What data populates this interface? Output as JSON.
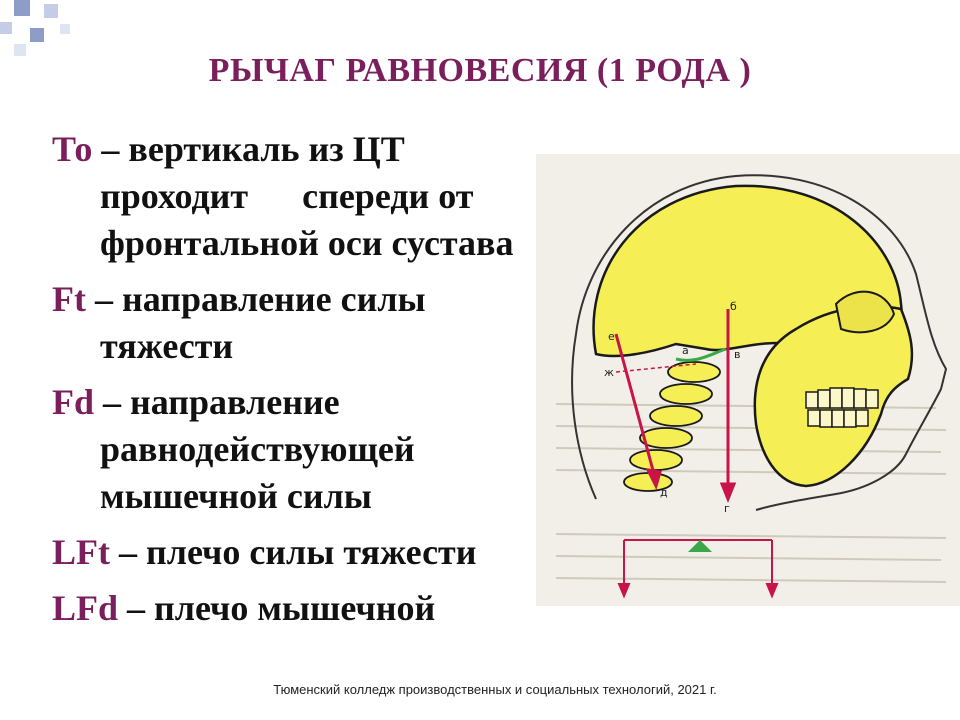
{
  "slide": {
    "title": "РЫЧАГ РАВНОВЕСИЯ (1 РОДА )",
    "items": [
      {
        "term": "То",
        "lead": " – вертикаль из ЦТ",
        "cont": "проходит      спереди от фронтальной оси сустава"
      },
      {
        "term": "Ft",
        "lead": " – направление силы",
        "cont": "тяжести"
      },
      {
        "term": "Fd",
        "lead": " – направление",
        "cont": "равнодействующей мышечной силы"
      },
      {
        "term": "LFt",
        "lead": " – плечо силы тяжести",
        "cont": ""
      },
      {
        "term": "LFd",
        "lead": " – плечо мышечной",
        "cont": ""
      }
    ],
    "footer": "Тюменский колледж производственных и социальных технологий, 2021 г."
  },
  "figure": {
    "labels": {
      "e": "е",
      "b": "б",
      "a": "а",
      "v": "в",
      "zh": "ж",
      "d": "д",
      "g": "г"
    },
    "colors": {
      "skull": "#f5ef55",
      "outline": "#1a1a1a",
      "arrow": "#c81448",
      "fulcrum": "#3aa84a",
      "paper": "#f2efe8"
    }
  }
}
